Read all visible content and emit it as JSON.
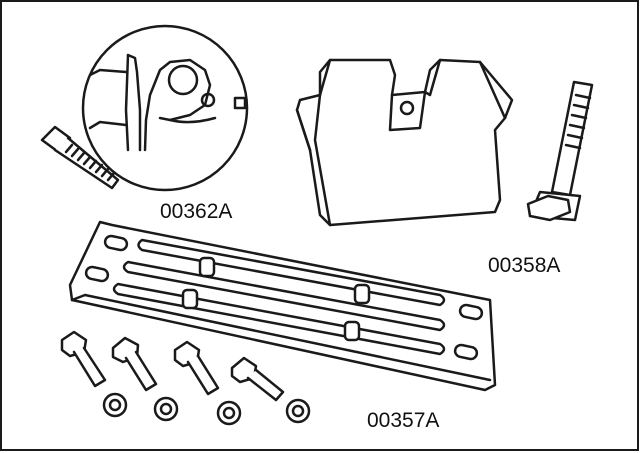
{
  "diagram": {
    "stroke_color": "#1a1a1a",
    "fill_color": "#dcdcdc",
    "background": "#ffffff",
    "labels": {
      "disc_anode": "00362A",
      "block_anode": "00358A",
      "bar_anode": "00357A"
    }
  }
}
